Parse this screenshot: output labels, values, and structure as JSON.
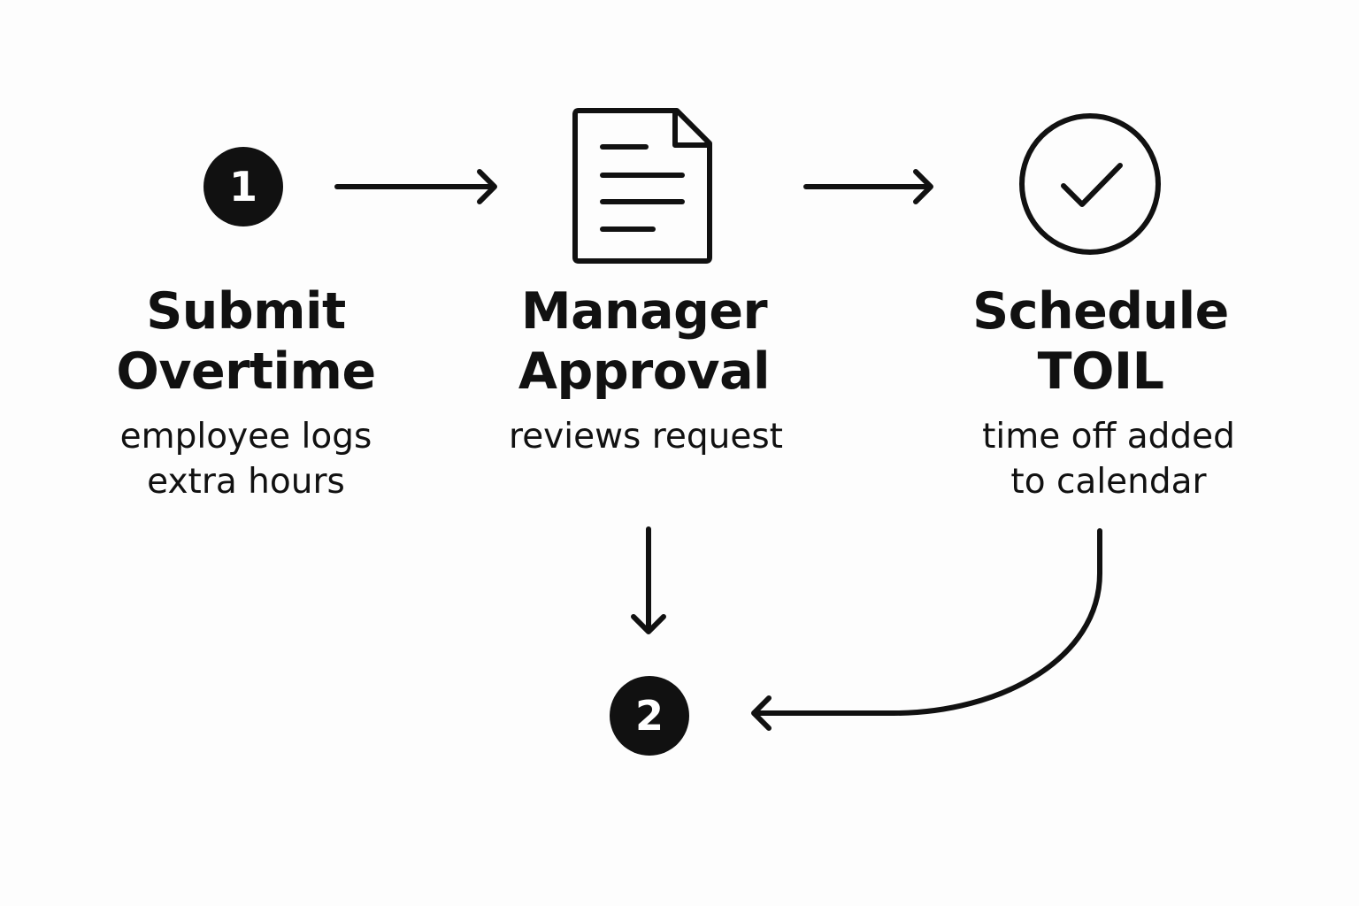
{
  "steps": [
    {
      "badge": "1",
      "title_lines": [
        "Submit",
        "Overtime"
      ],
      "desc_lines": [
        "employee logs",
        "extra hours"
      ],
      "icon": "number-badge"
    },
    {
      "title_lines": [
        "Manager",
        "Approval"
      ],
      "desc_lines": [
        "reviews request"
      ],
      "icon": "document-icon"
    },
    {
      "title_lines": [
        "Schedule",
        "TOIL"
      ],
      "desc_lines": [
        "time off added",
        "to calendar"
      ],
      "icon": "checkmark-circle-icon"
    }
  ],
  "end_badge": "2",
  "colors": {
    "ink": "#111111",
    "background": "#fdfdfd",
    "badge_text": "#ffffff"
  }
}
